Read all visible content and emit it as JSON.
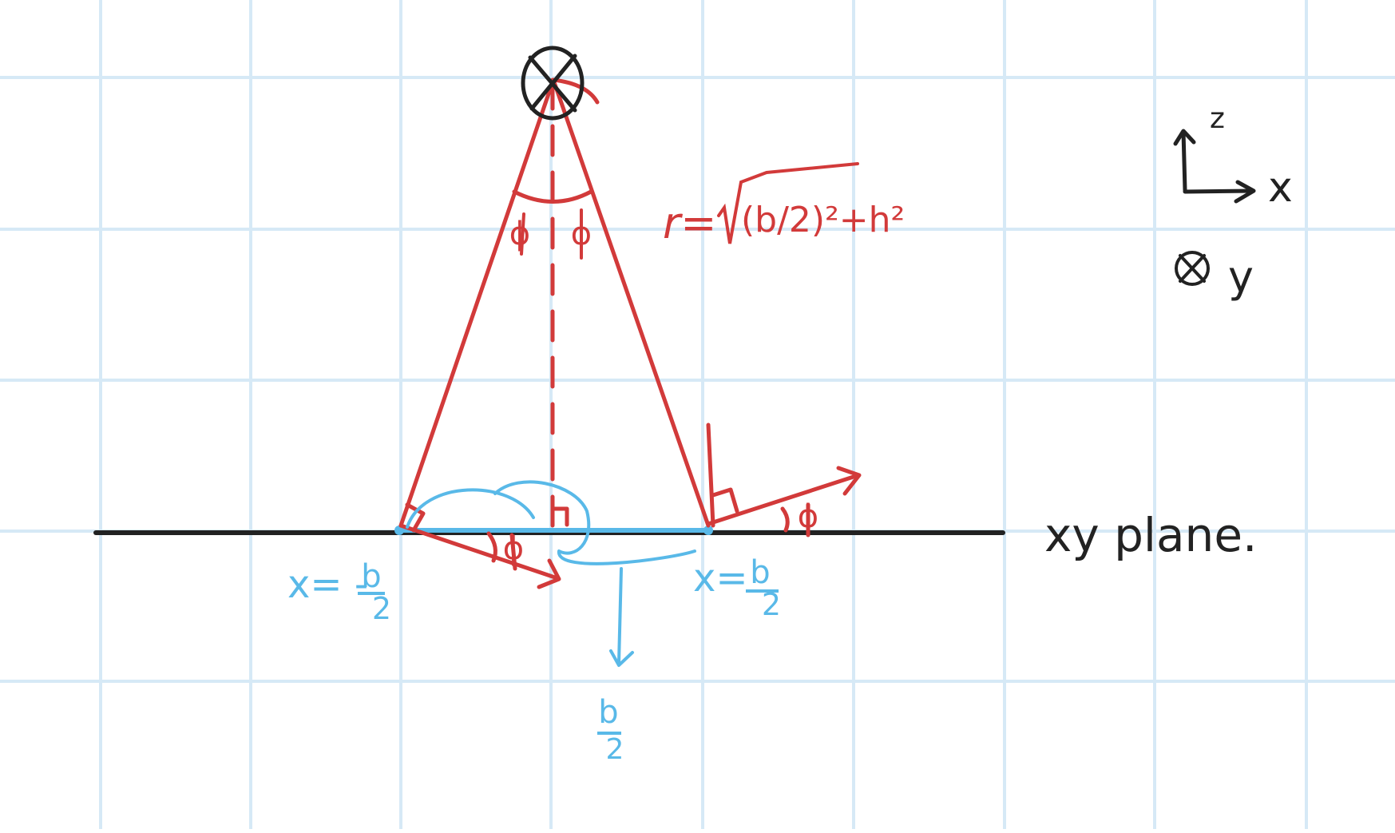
{
  "colors": {
    "grid": "#d6e9f6",
    "ink": "#222222",
    "red": "#d23a3a",
    "blue": "#59b9e8",
    "background": "#ffffff"
  },
  "labels": {
    "r_formula_prefix": "r=",
    "r_formula_radicand": "(b/2)²+h²",
    "phi": "ϕ",
    "left_x": "x= -",
    "b": "b",
    "two": "2",
    "right_x": "x=",
    "plane": "xy plane.",
    "axis_z": "z",
    "axis_x": "x",
    "axis_y": "y"
  },
  "icons": {
    "wire_symbol": "into-page-cross-circle-icon",
    "y_symbol": "into-page-cross-circle-icon"
  }
}
